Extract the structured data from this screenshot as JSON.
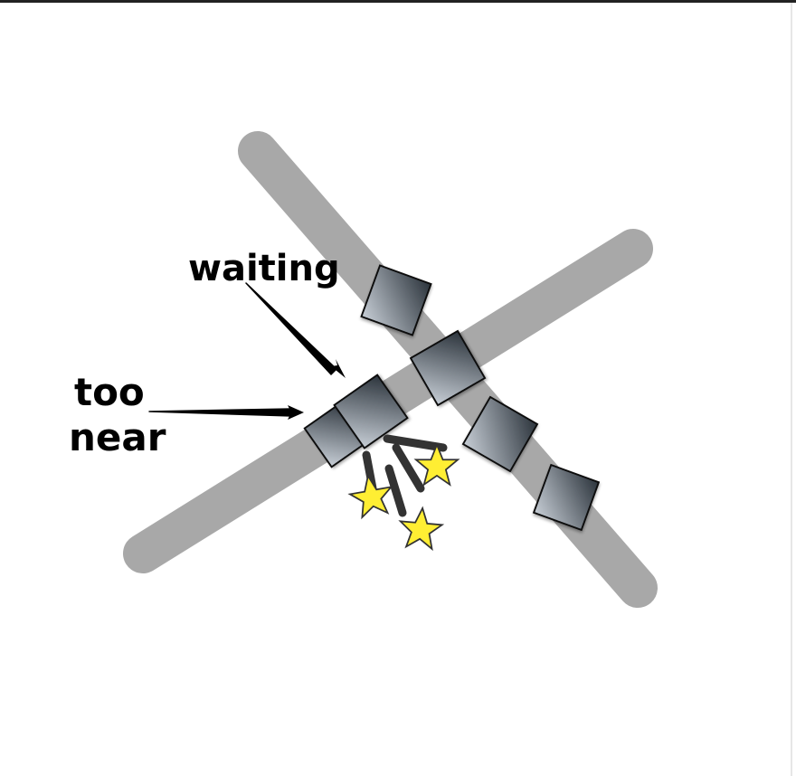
{
  "labels": {
    "waiting": "waiting",
    "too_line1": "too",
    "too_line2": "near"
  },
  "colors": {
    "track": "#a8a8a8",
    "car_light": "#c7ced6",
    "car_dark": "#2c343c",
    "star": "#ffee33",
    "star_stroke": "#333333",
    "arrow": "#000000",
    "crash_lines": "#333333"
  },
  "icons": {
    "car": "square-car-icon",
    "collision": "star-burst-icon"
  }
}
